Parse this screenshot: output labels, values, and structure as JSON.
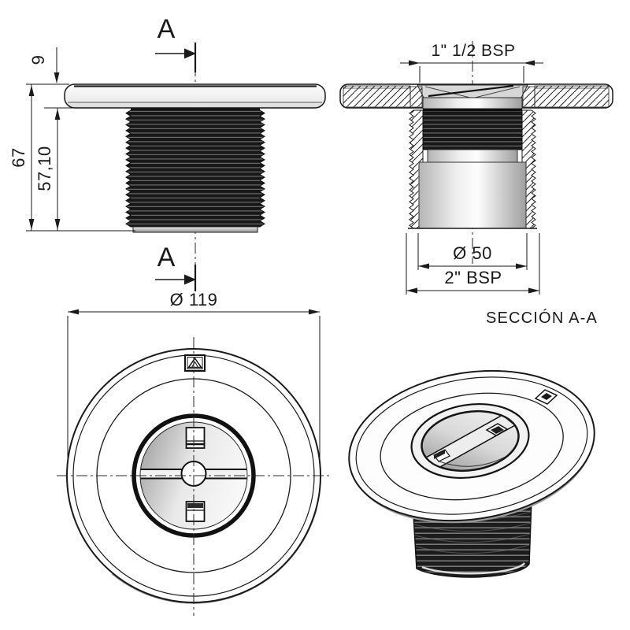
{
  "canvas": {
    "background": "#ffffff",
    "ink": "#1a1a1a"
  },
  "side_view": {
    "section_label_top": "A",
    "section_label_bottom": "A",
    "dim_flange_thickness": "9",
    "dim_overall_height": "67",
    "dim_thread_length": "57,10"
  },
  "section_view": {
    "title": "SECCIÓN A-A",
    "dim_top_thread": "1\" 1/2 BSP",
    "dim_bore": "Ø 50",
    "dim_bottom_thread": "2\" BSP"
  },
  "front_view": {
    "dim_outer_diameter": "Ø 119"
  }
}
